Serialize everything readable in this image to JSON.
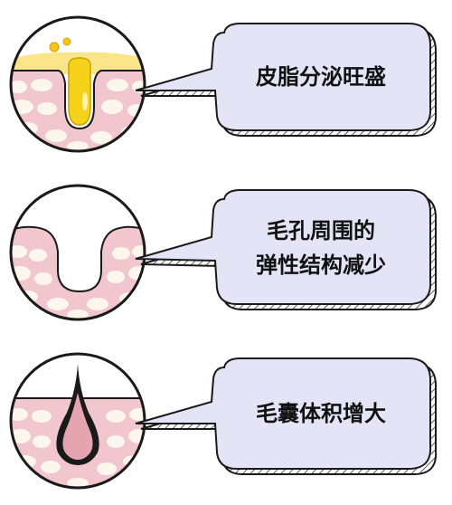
{
  "panels": [
    {
      "id": "sebum",
      "lines": [
        "皮脂分泌旺盛"
      ]
    },
    {
      "id": "pore",
      "lines": [
        "毛孔周围的",
        "弹性结构减少"
      ]
    },
    {
      "id": "follicle",
      "lines": [
        "毛囊体积增大"
      ]
    }
  ],
  "colors": {
    "skin": "#f1c6cf",
    "cell": "#fdf6ec",
    "outline": "#1a1a1a",
    "bubble": "#e4e4f6",
    "sebum": "#f7d21a",
    "sebum_surface": "#fbe58a",
    "follicle_fill": "#e6a3b0"
  }
}
